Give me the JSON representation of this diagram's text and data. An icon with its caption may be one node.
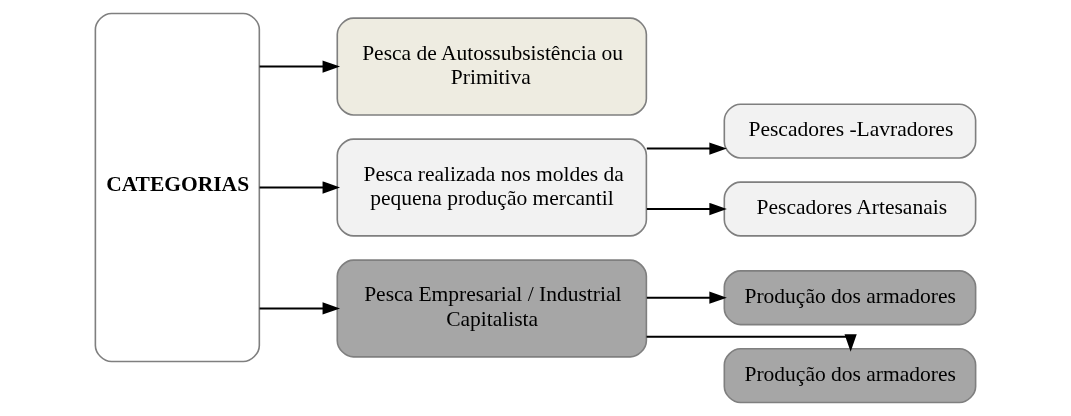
{
  "diagram": {
    "nodes": [
      {
        "text": [
          "CATEGORIAS"
        ]
      },
      {
        "text": [
          "Pesca de Autossubsistência ou Primitiva"
        ]
      },
      {
        "text": [
          "Pesca realizada nos moldes da pequena produção mercantil"
        ]
      },
      {
        "text": [
          "Pesca Empresarial / Industrial Capitalista"
        ]
      },
      {
        "text": [
          "Pescadores -Lavradores"
        ]
      },
      {
        "text": [
          "Pescadores Artesanais"
        ]
      },
      {
        "text": [
          "Produção dos armadores"
        ]
      },
      {
        "text": [
          "Produção dos armadores"
        ]
      }
    ],
    "edges": [
      {
        "from": 0,
        "to": 1,
        "arrow": "to"
      },
      {
        "from": 0,
        "to": 2,
        "arrow": "to"
      },
      {
        "from": 0,
        "to": 3,
        "arrow": "to"
      },
      {
        "from": 2,
        "to": 4,
        "arrow": "to"
      },
      {
        "from": 2,
        "to": 5,
        "arrow": "to"
      },
      {
        "from": 3,
        "to": 6,
        "arrow": "to"
      },
      {
        "from": 3,
        "to": 7,
        "arrow": "to"
      }
    ]
  }
}
